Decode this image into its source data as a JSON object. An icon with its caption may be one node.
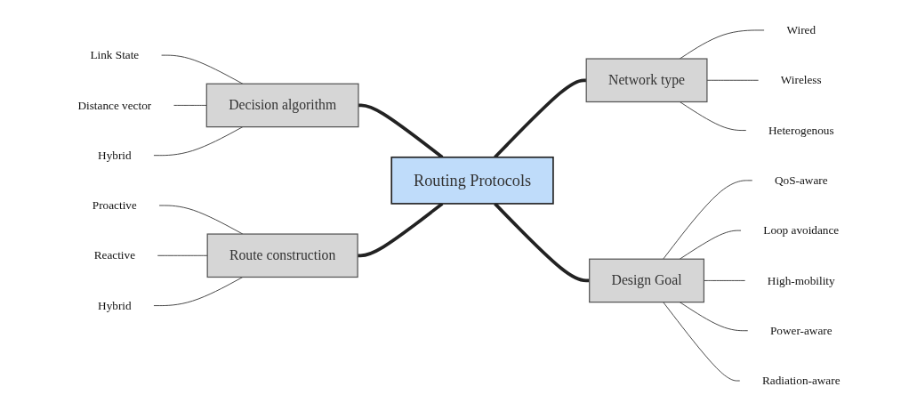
{
  "diagram": {
    "nodes": [
      {
        "text": [
          "Routing Protocols"
        ]
      },
      {
        "text": [
          "Decision algorithm"
        ]
      },
      {
        "text": [
          "Link State"
        ]
      },
      {
        "text": [
          "Distance vector"
        ]
      },
      {
        "text": [
          "Hybrid"
        ]
      },
      {
        "text": [
          "Network type"
        ]
      },
      {
        "text": [
          "Wired"
        ]
      },
      {
        "text": [
          "Wireless"
        ]
      },
      {
        "text": [
          "Heterogenous"
        ]
      },
      {
        "text": [
          "Route construction"
        ]
      },
      {
        "text": [
          "Proactive"
        ]
      },
      {
        "text": [
          "Reactive"
        ]
      },
      {
        "text": [
          "Hybrid"
        ]
      },
      {
        "text": [
          "Design Goal"
        ]
      },
      {
        "text": [
          "QoS-aware"
        ]
      },
      {
        "text": [
          "Loop avoidance"
        ]
      },
      {
        "text": [
          "High-mobility"
        ]
      },
      {
        "text": [
          "Power-aware"
        ]
      },
      {
        "text": [
          "Radiation-aware"
        ]
      }
    ],
    "edges": [
      {
        "from": 0,
        "to": 1,
        "arrow": "none",
        "style": "thick"
      },
      {
        "from": 1,
        "to": 2,
        "arrow": "none"
      },
      {
        "from": 1,
        "to": 3,
        "arrow": "none"
      },
      {
        "from": 1,
        "to": 4,
        "arrow": "none"
      },
      {
        "from": 0,
        "to": 5,
        "arrow": "none",
        "style": "thick"
      },
      {
        "from": 5,
        "to": 6,
        "arrow": "none"
      },
      {
        "from": 5,
        "to": 7,
        "arrow": "none"
      },
      {
        "from": 5,
        "to": 8,
        "arrow": "none"
      },
      {
        "from": 0,
        "to": 9,
        "arrow": "none",
        "style": "thick"
      },
      {
        "from": 9,
        "to": 10,
        "arrow": "none"
      },
      {
        "from": 9,
        "to": 11,
        "arrow": "none"
      },
      {
        "from": 9,
        "to": 12,
        "arrow": "none"
      },
      {
        "from": 0,
        "to": 13,
        "arrow": "none",
        "style": "thick"
      },
      {
        "from": 13,
        "to": 14,
        "arrow": "none"
      },
      {
        "from": 13,
        "to": 15,
        "arrow": "none"
      },
      {
        "from": 13,
        "to": 16,
        "arrow": "none"
      },
      {
        "from": 13,
        "to": 17,
        "arrow": "none"
      },
      {
        "from": 13,
        "to": 18,
        "arrow": "none"
      }
    ]
  }
}
